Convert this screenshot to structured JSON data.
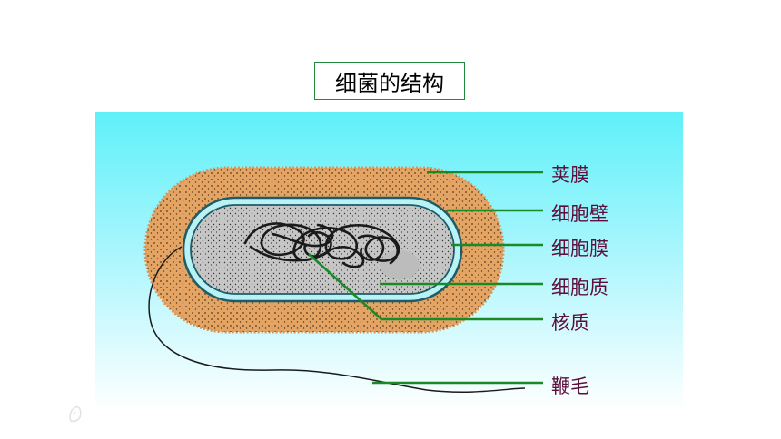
{
  "title": "细菌的结构",
  "labels": {
    "capsule": "荚膜",
    "cell_wall": "细胞壁",
    "cell_membrane": "细胞膜",
    "cytoplasm": "细胞质",
    "nucleoid": "核质",
    "flagellum": "鞭毛"
  },
  "colors": {
    "background_top": "#5ff0f9",
    "capsule": "#e3a464",
    "cell_wall": "#1d5c6a",
    "cell_membrane": "#b8f2f5",
    "cytoplasm": "#c6c6c6",
    "leader_line": "#1a8a27",
    "label_text": "#5c0f3a"
  }
}
